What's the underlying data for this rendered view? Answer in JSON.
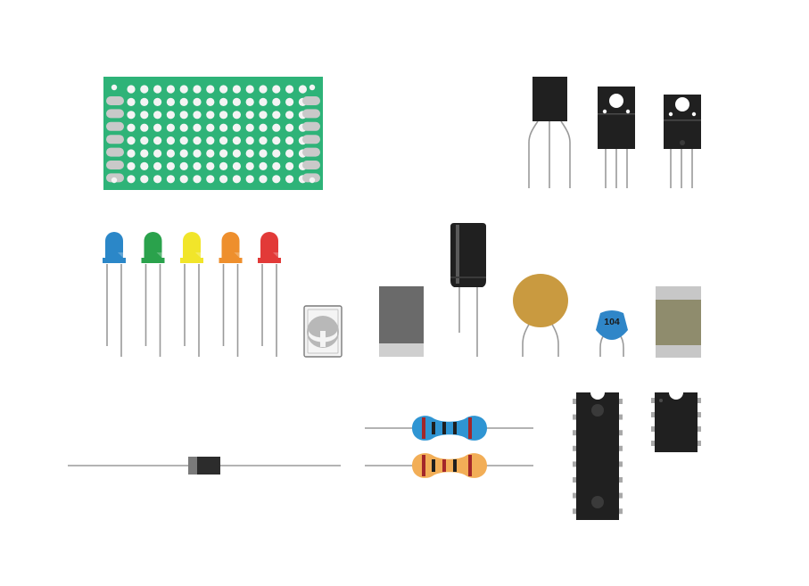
{
  "colors": {
    "pcb": "#2eb378",
    "pcb_hole": "#f4f4f4",
    "pcb_pad": "#c9c9c9",
    "lead": "#9a9a9a",
    "body_dark": "#202020",
    "ic_pin": "#a9a9a9",
    "ceramic_cap": "#c99a40",
    "small_cap": "#2f86c8",
    "inductor_body": "#8f8c6d",
    "inductor_end": "#c7c7c7",
    "smd_body": "#6a6a6a",
    "smd_end": "#cfcfcf",
    "resistor_blue": "#2f95d3",
    "resistor_tan": "#f2ae57",
    "band_red": "#a3272a",
    "band_black": "#1f1f1f"
  },
  "leds": [
    {
      "name": "blue",
      "color": "#2b87c8"
    },
    {
      "name": "green",
      "color": "#2aa24c"
    },
    {
      "name": "yellow",
      "color": "#f1e52a"
    },
    {
      "name": "orange",
      "color": "#ee8f2d"
    },
    {
      "name": "red",
      "color": "#e23a38"
    }
  ],
  "icons": {
    "perfboard": "perfboard-icon",
    "transistor": "to92-transistor-icon",
    "regulator": "to220-regulator-icon",
    "led": "led-icon",
    "fuse": "smd-fuse-icon",
    "smd": "smd-component-icon",
    "electrolytic": "electrolytic-capacitor-icon",
    "ceramic": "ceramic-capacitor-icon",
    "small_cap": "ceramic-disc-capacitor-icon",
    "inductor": "smd-inductor-icon",
    "diode": "diode-icon",
    "resistor": "resistor-icon",
    "dip": "dip-ic-icon"
  },
  "labels": {
    "ceramic_cap_value": "104"
  }
}
